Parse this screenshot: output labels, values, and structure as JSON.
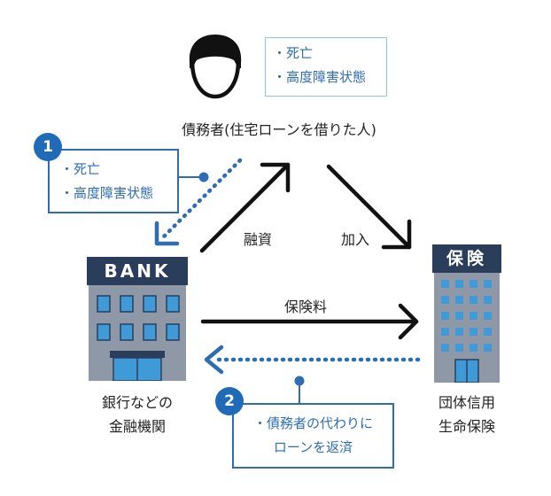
{
  "debtor": {
    "label": "債務者(住宅ローンを借りた人)",
    "risks": [
      "・死亡",
      "・高度障害状態"
    ]
  },
  "bank": {
    "sign": "BANK",
    "label_line1": "銀行などの",
    "label_line2": "金融機関"
  },
  "insurer": {
    "sign": "保険",
    "label_line1": "団体信用",
    "label_line2": "生命保険"
  },
  "flows": {
    "loan": "融資",
    "join": "加入",
    "premium": "保険料"
  },
  "notes": [
    {
      "number": "1",
      "lines": [
        "・死亡",
        "・高度障害状態"
      ]
    },
    {
      "number": "2",
      "lines": [
        "・債務者の代わりに",
        "ローンを返済"
      ]
    }
  ],
  "colors": {
    "accent": "#1f6bb8",
    "dotted": "#2e6db4",
    "building_top": "#2a3e5c",
    "building_body": "#8e98a6",
    "window": "#3e9bd8"
  }
}
